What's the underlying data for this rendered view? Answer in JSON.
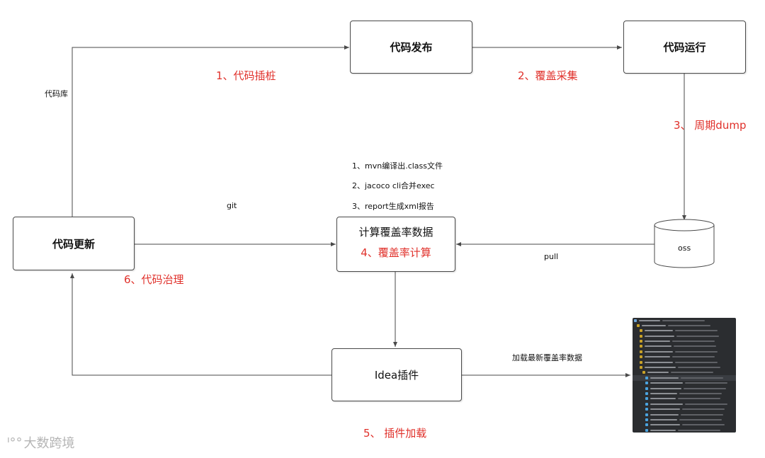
{
  "nodes": {
    "code_publish": "代码发布",
    "code_run": "代码运行",
    "code_update": "代码更新",
    "calc": "计算覆盖率数据",
    "calc_step": "4、覆盖率计算",
    "idea_plugin": "Idea插件",
    "oss": "oss"
  },
  "labels": {
    "repo": "代码库",
    "git": "git",
    "pull": "pull",
    "load_latest": "加载最新覆盖率数据"
  },
  "steps": {
    "s1": "1、代码插桩",
    "s2": "2、覆盖采集",
    "s3": "3、 周期dump",
    "s5": "5、 插件加载",
    "s6": "6、代码治理"
  },
  "notes": [
    "1、mvn编译出.class文件",
    "2、jacoco cli合并exec",
    "3、report生成xml报告"
  ],
  "watermark": "大数跨境",
  "colors": {
    "step_red": "#e0302a",
    "line": "#4a4a4a"
  }
}
